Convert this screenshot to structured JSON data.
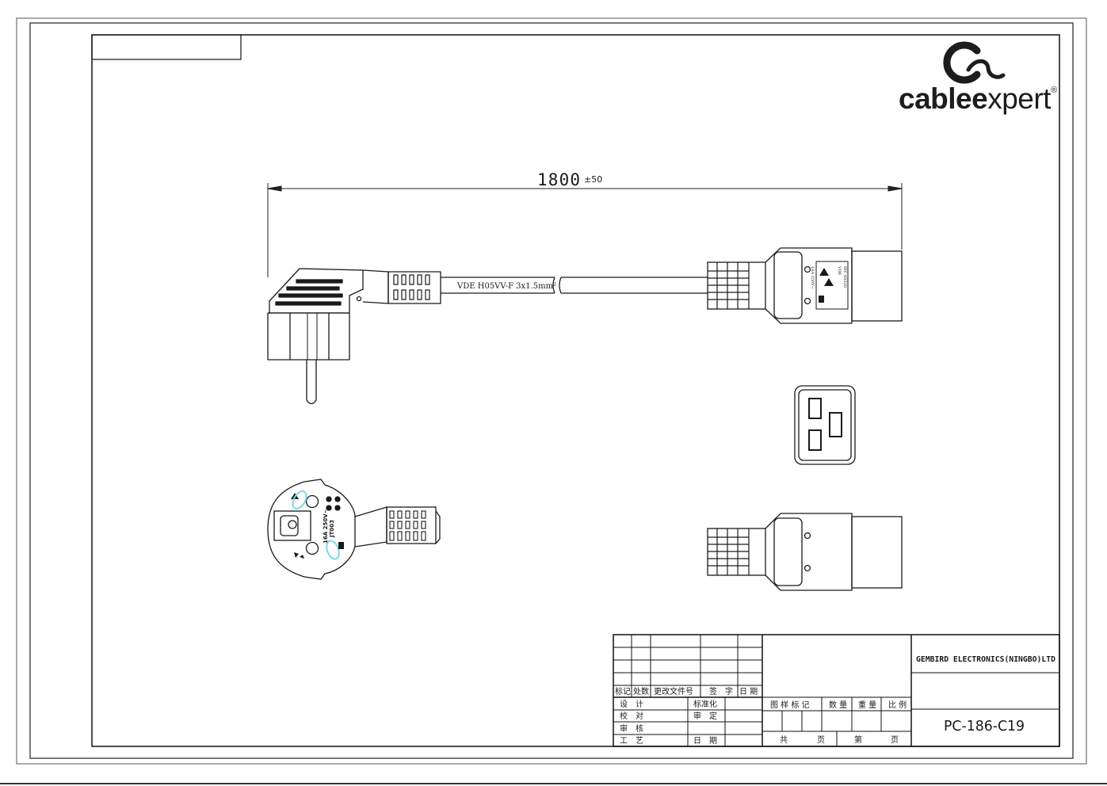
{
  "logo": {
    "brand_bold": "cable",
    "brand_light": "xpert",
    "brand_e": "e",
    "registered": "®"
  },
  "dimension": {
    "value": "1800",
    "tolerance": "±50"
  },
  "cable_label": "VDE H05VV-F 3x1.5mm²",
  "plug_marks": {
    "rating": "16A 250V~",
    "code": "JT003"
  },
  "connector_marks": {
    "line1": "16A 250V~",
    "line2": "VDE",
    "line3": "IEC 60320"
  },
  "title_block": {
    "company": "GEMBIRD ELECTRONICS(NINGBO)LTD",
    "part_number": "PC-186-C19",
    "rev_headers": [
      "标记",
      "处数",
      "更改文件号",
      "签　字",
      "日 期"
    ],
    "row_labels": [
      "设　计",
      "校　对",
      "审　核",
      "工　艺"
    ],
    "right_labels": [
      "标准化",
      "审　定",
      "日　期"
    ],
    "info_headers": [
      "图 样 标 记",
      "数 量",
      "重 量",
      "比 例"
    ],
    "footer": [
      "共",
      "页",
      "第",
      "页"
    ]
  }
}
